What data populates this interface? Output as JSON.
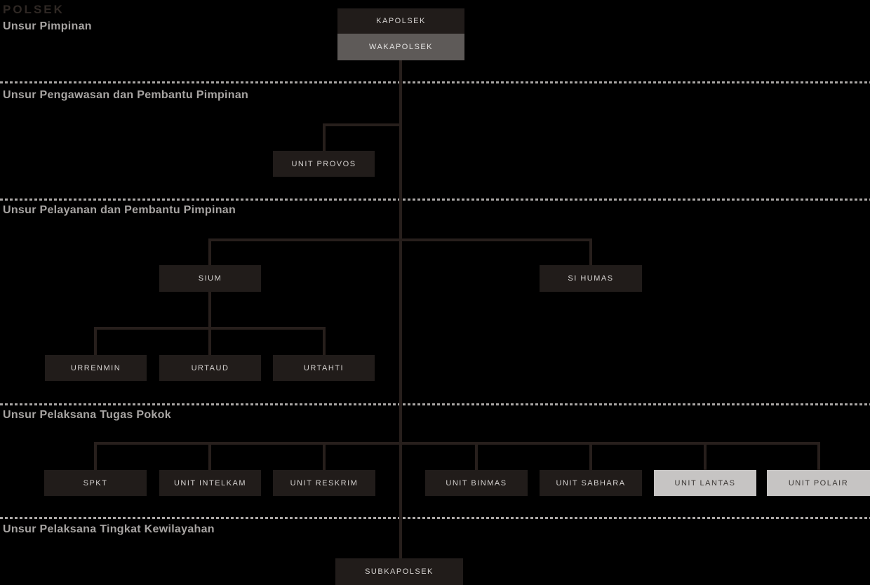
{
  "title": "POLSEK",
  "sections": [
    {
      "label": "Unsur Pimpinan"
    },
    {
      "label": "Unsur Pengawasan dan Pembantu Pimpinan"
    },
    {
      "label": "Unsur Pelayanan dan Pembantu Pimpinan"
    },
    {
      "label": "Unsur Pelaksana Tugas Pokok"
    },
    {
      "label": "Unsur Pelaksana Tingkat Kewilayahan"
    }
  ],
  "nodes": {
    "kapolsek": {
      "label": "KAPOLSEK",
      "variant": "dark"
    },
    "wakapolsek": {
      "label": "WAKAPOLSEK",
      "variant": "gray"
    },
    "unit_provos": {
      "label": "UNIT PROVOS",
      "variant": "dark"
    },
    "sium": {
      "label": "SIUM",
      "variant": "dark"
    },
    "si_humas": {
      "label": "SI HUMAS",
      "variant": "dark"
    },
    "urrenmin": {
      "label": "URRENMIN",
      "variant": "dark"
    },
    "urtaud": {
      "label": "URTAUD",
      "variant": "dark"
    },
    "urtahti": {
      "label": "URTAHTI",
      "variant": "dark"
    },
    "spkt": {
      "label": "SPKT",
      "variant": "dark"
    },
    "unit_intelkam": {
      "label": "UNIT INTELKAM",
      "variant": "dark"
    },
    "unit_reskrim": {
      "label": "UNIT RESKRIM",
      "variant": "dark"
    },
    "unit_binmas": {
      "label": "UNIT BINMAS",
      "variant": "dark"
    },
    "unit_sabhara": {
      "label": "UNIT SABHARA",
      "variant": "dark"
    },
    "unit_lantas": {
      "label": "UNIT LANTAS",
      "variant": "light"
    },
    "unit_polair": {
      "label": "UNIT POLAIR",
      "variant": "light"
    },
    "subkapolsek": {
      "label": "SUBKAPOLSEK",
      "variant": "dark"
    }
  },
  "colors": {
    "background": "#000000",
    "title": "#2f2824",
    "section-label": "#a8a5a3",
    "divider": "#aaa7a5",
    "connector": "#271f1c",
    "node-dark": "#211c1a",
    "node-dark-text": "#d6d3d1",
    "node-gray": "#5e5a58",
    "node-gray-text": "#e3e2e1",
    "node-light": "#c6c4c3",
    "node-light-text": "#3a3633"
  }
}
